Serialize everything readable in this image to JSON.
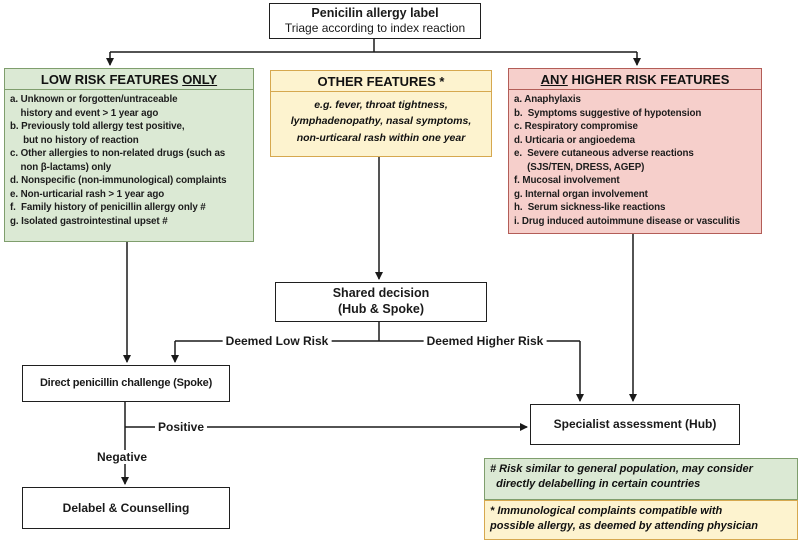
{
  "title_box": {
    "line1": "Penicilin allergy label",
    "line2": "Triage according to index reaction"
  },
  "low_risk_box": {
    "header_prefix": "LOW RISK FEATURES ",
    "header_underlined": "ONLY",
    "items": [
      "a. Unknown or forgotten/untraceable\n    history and event > 1 year ago",
      "b. Previously told allergy test positive,\n     but no history of reaction",
      "c. Other allergies to non-related drugs (such as\n    non β-lactams) only",
      "d. Nonspecific (non-immunological) complaints",
      "e. Non-urticarial rash > 1 year ago",
      "f.  Family history of penicillin allergy only #",
      "g. Isolated gastrointestinal upset #"
    ]
  },
  "other_box": {
    "header": "OTHER FEATURES *",
    "lines": [
      "e.g. fever, throat tightness,",
      "lymphadenopathy, nasal symptoms,",
      "non-urticaral rash within one year"
    ]
  },
  "higher_risk_box": {
    "header_underlined": "ANY",
    "header_suffix": " HIGHER RISK FEATURES",
    "items": [
      "a. Anaphylaxis",
      "b.  Symptoms suggestive of hypotension",
      "c. Respiratory compromise",
      "d. Urticaria or angioedema",
      "e.  Severe cutaneous adverse reactions\n     (SJS/TEN, DRESS, AGEP)",
      "f. Mucosal involvement",
      "g. Internal organ involvement",
      "h.  Serum sickness-like reactions",
      "i. Drug induced autoimmune disease or vasculitis"
    ]
  },
  "shared_box": {
    "line1": "Shared decision",
    "line2": "(Hub & Spoke)"
  },
  "challenge_box": {
    "label": "Direct penicillin challenge (Spoke)"
  },
  "specialist_box": {
    "label": "Specialist assessment (Hub)"
  },
  "delabel_box": {
    "label": "Delabel & Counselling"
  },
  "edge_labels": {
    "deemed_low": "Deemed Low Risk",
    "deemed_higher": "Deemed Higher Risk",
    "positive": "Positive",
    "negative": "Negative"
  },
  "notes": {
    "hash": "# Risk similar to general population, may consider\n  directly delabelling in certain countries",
    "star": "* Immunological complaints compatible with\npossible allergy, as deemed by attending physician"
  },
  "colors": {
    "low_risk_fill": "#dbe9d4",
    "low_risk_border": "#7f9e6d",
    "other_fill": "#fdf3cf",
    "other_border": "#d6a84f",
    "higher_risk_fill": "#f6cfcb",
    "higher_risk_border": "#b35d57",
    "connector": "#1a1a1a"
  }
}
